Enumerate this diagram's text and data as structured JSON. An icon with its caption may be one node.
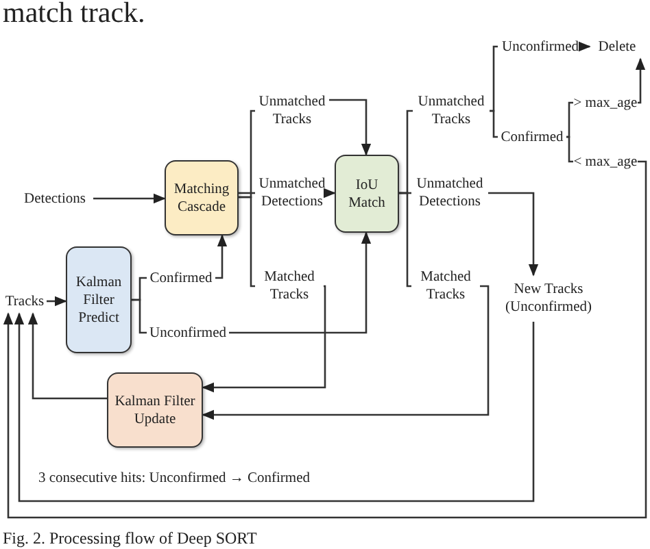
{
  "diagram": {
    "caption": "Fig. 2. Processing flow of Deep SORT",
    "nodes": [
      {
        "text": [
          "Detections"
        ]
      },
      {
        "text": [
          "Matching Cascade"
        ]
      },
      {
        "text": [
          "Unmatched Tracks"
        ]
      },
      {
        "text": [
          "Unmatched Detections"
        ]
      },
      {
        "text": [
          "Matched Tracks"
        ]
      },
      {
        "text": [
          "Tracks"
        ]
      },
      {
        "text": [
          "Kalman Filter Predict"
        ]
      },
      {
        "text": [
          "Confirmed"
        ]
      },
      {
        "text": [
          "Unconfirmed"
        ]
      },
      {
        "text": [
          "IoU Match"
        ]
      },
      {
        "text": [
          "Unmatched Tracks"
        ]
      },
      {
        "text": [
          "Unmatched Detections"
        ]
      },
      {
        "text": [
          "Matched Tracks"
        ]
      },
      {
        "text": [
          "Unconfirmed"
        ]
      },
      {
        "text": [
          "Confirmed"
        ]
      },
      {
        "text": [
          "Delete"
        ]
      },
      {
        "text": [
          "> max_age"
        ]
      },
      {
        "text": [
          "< max_age"
        ]
      },
      {
        "text": [
          "New Tracks (Unconfirmed)"
        ]
      },
      {
        "text": [
          "Kalman Filter Update"
        ]
      }
    ],
    "edges": [
      {
        "from": 0,
        "to": 1,
        "arrow": "to"
      },
      {
        "from": 1,
        "to": 2,
        "arrow": "none"
      },
      {
        "from": 1,
        "to": 3,
        "arrow": "none"
      },
      {
        "from": 1,
        "to": 4,
        "arrow": "none"
      },
      {
        "from": 5,
        "to": 6,
        "arrow": "to"
      },
      {
        "from": 6,
        "to": 7,
        "arrow": "none"
      },
      {
        "from": 6,
        "to": 8,
        "arrow": "none"
      },
      {
        "from": 7,
        "to": 1,
        "arrow": "to"
      },
      {
        "from": 2,
        "to": 9,
        "arrow": "to"
      },
      {
        "from": 3,
        "to": 9,
        "arrow": "to"
      },
      {
        "from": 8,
        "to": 9,
        "arrow": "to"
      },
      {
        "from": 4,
        "to": 19,
        "arrow": "to"
      },
      {
        "from": 9,
        "to": 10,
        "arrow": "none"
      },
      {
        "from": 9,
        "to": 11,
        "arrow": "none"
      },
      {
        "from": 9,
        "to": 12,
        "arrow": "none"
      },
      {
        "from": 12,
        "to": 19,
        "arrow": "to"
      },
      {
        "from": 10,
        "to": 13,
        "arrow": "none"
      },
      {
        "from": 10,
        "to": 14,
        "arrow": "none"
      },
      {
        "from": 13,
        "to": 15,
        "arrow": "to"
      },
      {
        "from": 14,
        "to": 16,
        "arrow": "none"
      },
      {
        "from": 14,
        "to": 17,
        "arrow": "none"
      },
      {
        "from": 16,
        "to": 15,
        "arrow": "to"
      },
      {
        "from": 17,
        "to": 5,
        "arrow": "to"
      },
      {
        "from": 11,
        "to": 18,
        "arrow": "to"
      },
      {
        "from": 18,
        "to": 5,
        "arrow": "to"
      },
      {
        "from": 19,
        "to": 5,
        "arrow": "to"
      }
    ],
    "labels": [
      "match track.",
      "3 consecutive hits: Unconfirmed → Confirmed"
    ]
  }
}
